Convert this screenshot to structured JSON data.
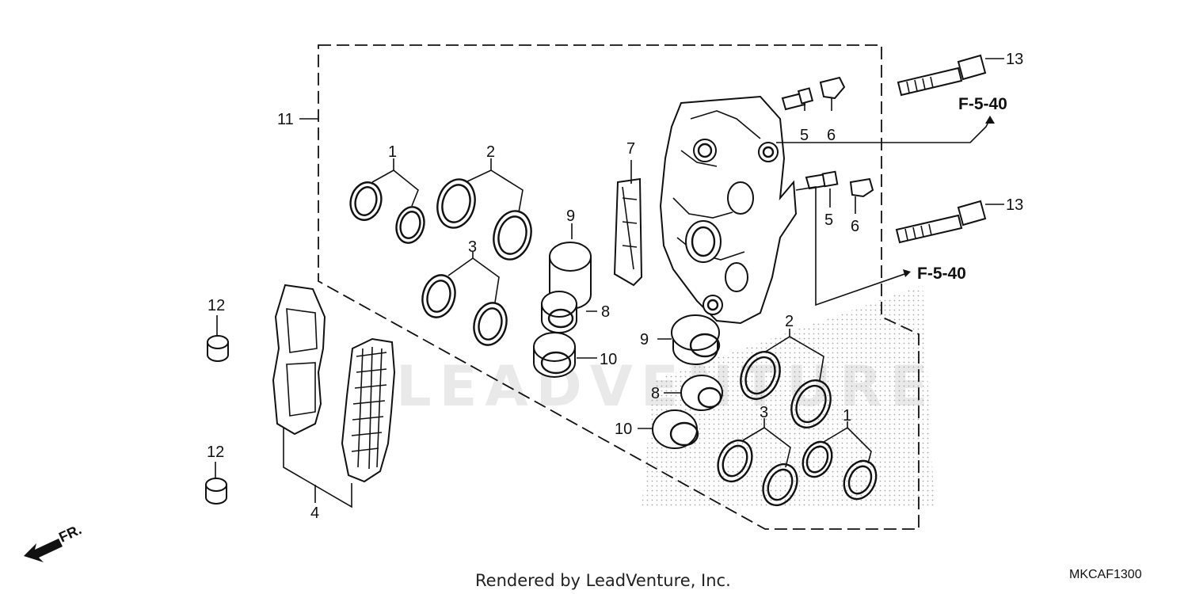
{
  "diagram": {
    "watermark": "LEADVENTURE",
    "footer": "Rendered by LeadVenture, Inc.",
    "diagram_code": "MKCAF1300",
    "front_marker": "FR.",
    "references": [
      "F-5-40",
      "F-5-40"
    ],
    "callouts": [
      {
        "num": "1",
        "part": "piston-seal-a"
      },
      {
        "num": "2",
        "part": "piston-seal-b"
      },
      {
        "num": "3",
        "part": "dust-seal"
      },
      {
        "num": "4",
        "part": "brake-pad-set"
      },
      {
        "num": "5",
        "part": "bleeder-screw"
      },
      {
        "num": "6",
        "part": "bleeder-cap"
      },
      {
        "num": "7",
        "part": "pad-spring"
      },
      {
        "num": "8",
        "part": "piston-a"
      },
      {
        "num": "9",
        "part": "piston-b"
      },
      {
        "num": "10",
        "part": "piston-c"
      },
      {
        "num": "11",
        "part": "caliper-sub-assy"
      },
      {
        "num": "12",
        "part": "collar"
      },
      {
        "num": "13",
        "part": "caliper-bolt"
      }
    ]
  }
}
